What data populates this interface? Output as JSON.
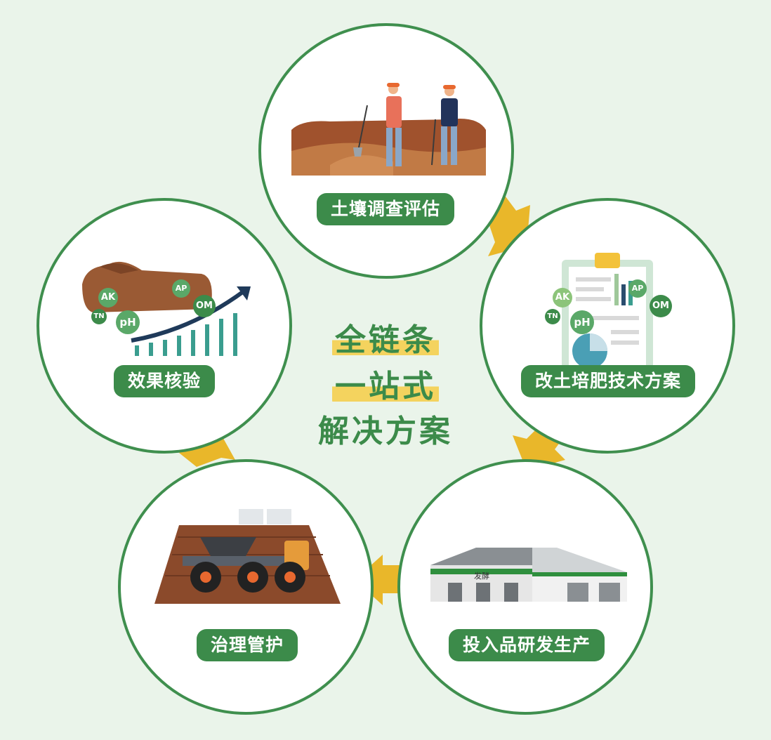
{
  "title_lines": [
    "全链条",
    "一站式",
    "解决方案"
  ],
  "stages": [
    {
      "label": "土壤调查评估"
    },
    {
      "label": "改土培肥技术方案"
    },
    {
      "label": "投入品研发生产"
    },
    {
      "label": "治理管护"
    },
    {
      "label": "效果核验"
    }
  ],
  "indicators": {
    "ak": "AK",
    "ap": "AP",
    "om": "OM",
    "ph": "pH",
    "tn": "TN"
  },
  "factory_sign": "发酵",
  "colors": {
    "accent": "#3c8b4a",
    "arrow": "#e9b72a",
    "background": "#eaf4ea",
    "highlight": "#f4d35e"
  }
}
